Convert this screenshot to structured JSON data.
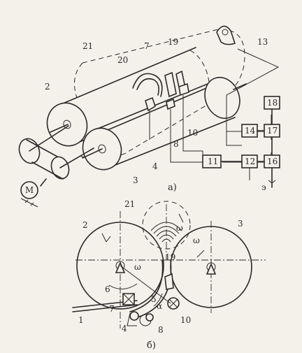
{
  "labels_a": {
    "l2": "2",
    "l21": "21",
    "l20": "20",
    "l7": "7",
    "l19": "19",
    "l13": "13",
    "l3": "3",
    "l4": "4",
    "l8": "8",
    "l10": "10",
    "lM": "M",
    "b11": "11",
    "b12": "12",
    "b14": "14",
    "b16": "16",
    "b17": "17",
    "b18": "18",
    "le": "э",
    "caption": "а)"
  },
  "labels_b": {
    "l2": "2",
    "l21": "21",
    "l3": "3",
    "l19": "19",
    "l1": "1",
    "l6": "6",
    "l7": "7",
    "l4": "4",
    "l5": "5",
    "l8": "8",
    "l10": "10",
    "alpha": "α",
    "w1": "ω",
    "w2": "ω",
    "w3": "ω",
    "caption": "б)"
  }
}
